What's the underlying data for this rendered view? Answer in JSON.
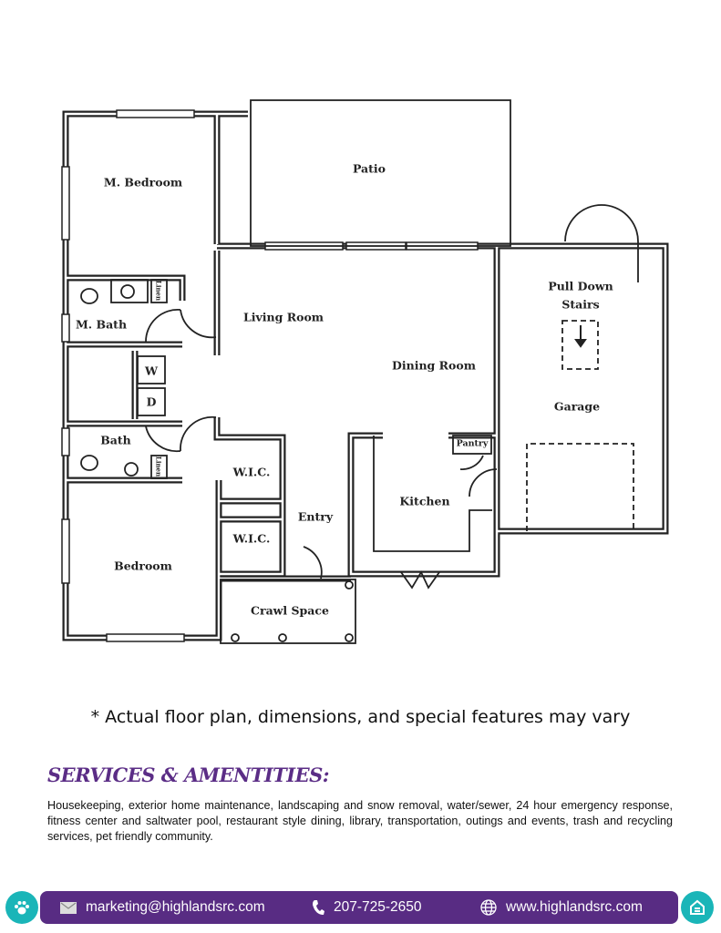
{
  "floor_plan": {
    "rooms": {
      "patio": "Patio",
      "master_bedroom": "M. Bedroom",
      "living_room": "Living Room",
      "master_bath": "M. Bath",
      "washer": "W",
      "dryer": "D",
      "dining_room": "Dining Room",
      "pull_down_stairs_1": "Pull Down",
      "pull_down_stairs_2": "Stairs",
      "garage": "Garage",
      "pantry": "Pantry",
      "bath": "Bath",
      "linen_1": "Linen",
      "linen_2": "Linen",
      "wic_1": "W.I.C.",
      "wic_2": "W.I.C.",
      "kitchen": "Kitchen",
      "entry": "Entry",
      "bedroom": "Bedroom",
      "crawl_space": "Crawl Space"
    }
  },
  "disclaimer": "* Actual floor plan, dimensions, and special features may vary",
  "services": {
    "title": "SERVICES & AMENTITIES:",
    "text": "Housekeeping, exterior home maintenance, landscaping and snow removal, water/sewer, 24 hour emergency response, fitness center and saltwater pool, restaurant style dining, library, transportation, outings and events, trash and recycling services, pet friendly community."
  },
  "footer": {
    "email": "marketing@highlandsrc.com",
    "phone": "207-725-2650",
    "website": "www.highlandsrc.com",
    "accent": "#1ab5b8",
    "bar_color": "#582c83"
  }
}
